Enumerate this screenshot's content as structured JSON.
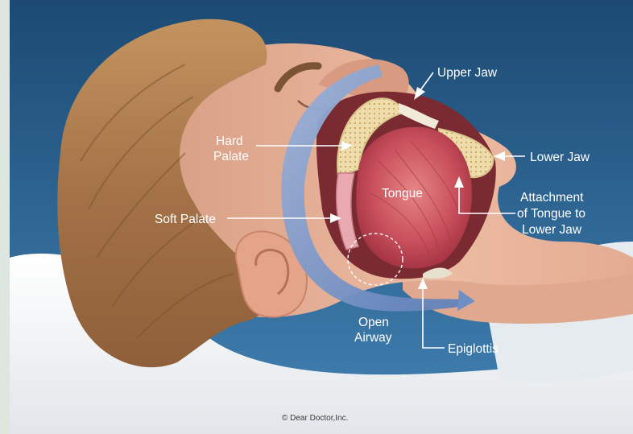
{
  "labels": {
    "upper_jaw": "Upper Jaw",
    "lower_jaw": "Lower Jaw",
    "hard_palate_1": "Hard",
    "hard_palate_2": "Palate",
    "tongue": "Tongue",
    "attachment_1": "Attachment",
    "attachment_2": "of Tongue to",
    "attachment_3": "Lower Jaw",
    "soft_palate": "Soft Palate",
    "open_airway_1": "Open",
    "open_airway_2": "Airway",
    "epiglottis": "Epiglottis"
  },
  "credit": "© Dear Doctor,Inc.",
  "colors": {
    "background_top": "#1f4f78",
    "background_bottom": "#3b77a6",
    "skin": "#e7b39a",
    "hair": "#a9784a",
    "tongue": "#c84d5a",
    "airway": "#6f8fc4",
    "bone": "#e9d8a6",
    "pillow": "#f4f4f4"
  }
}
